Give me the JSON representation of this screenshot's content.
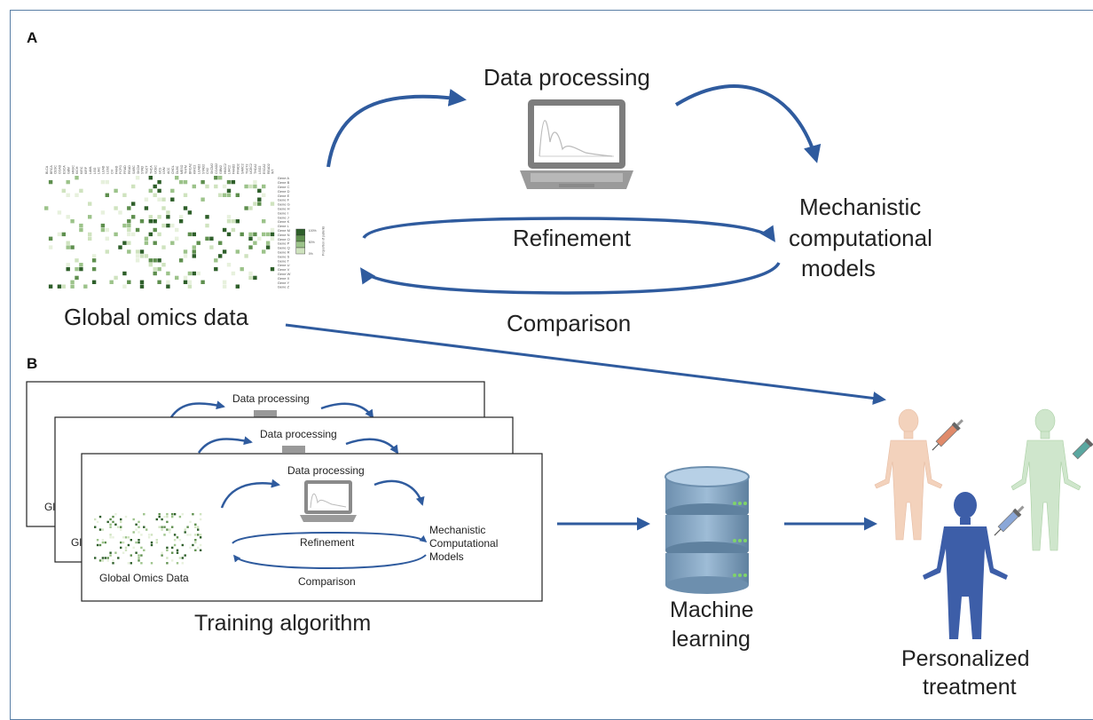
{
  "panel_a": {
    "label": "A",
    "data_processing": "Data processing",
    "refinement": "Refinement",
    "comparison": "Comparison",
    "models_line1": "Mechanistic",
    "models_line2": "computational",
    "models_line3": "models",
    "omics": "Global omics data",
    "heatmap": {
      "col_labels": [
        "BLCA",
        "BRCA",
        "CESC",
        "COAD",
        "ESCA",
        "GBM",
        "HNSC",
        "KICH",
        "KIRC",
        "KIRP",
        "LAML",
        "LGG",
        "LIHC",
        "LUAD",
        "LUSC",
        "OV",
        "PAAD",
        "PCPG",
        "PRAD",
        "READ",
        "SARC",
        "SKCM",
        "STAD",
        "TGCT",
        "THCA",
        "UCEC",
        "UCS",
        "UVM",
        "ACC",
        "CHOL",
        "DLBC",
        "MESO",
        "THYM",
        "BRCA2",
        "KIRC2",
        "LUAD2",
        "STAD2",
        "OV2",
        "SKCM2",
        "COAD2",
        "GBM2",
        "HNSC2",
        "LIHC2",
        "PAAD2",
        "PRAD2",
        "SARC2",
        "TGCT2",
        "UCEC2",
        "THCA2",
        "LGG2",
        "ESCA2",
        "READ2",
        "WT"
      ],
      "row_labels": [
        "Gene A",
        "Gene B",
        "Gene C",
        "Gene D",
        "Gene E",
        "Gene F",
        "Gene G",
        "Gene H",
        "Gene I",
        "Gene J",
        "Gene K",
        "Gene L",
        "Gene M",
        "Gene N",
        "Gene O",
        "Gene P",
        "Gene Q",
        "Gene R",
        "Gene S",
        "Gene T",
        "Gene U",
        "Gene V",
        "Gene W",
        "Gene X",
        "Gene Y",
        "Gene Z"
      ],
      "legend_ticks": [
        "100%",
        "50%",
        "0%"
      ],
      "legend_title": "Proportion of patients"
    }
  },
  "panel_b": {
    "label": "B",
    "card_back_processing": "Data processing",
    "card_mid_processing": "Data processing",
    "card_front": {
      "data_processing": "Data processing",
      "refinement": "Refinement",
      "comparison": "Comparison",
      "models_line1": "Mechanistic",
      "models_line2": "Computational",
      "models_line3": "Models",
      "omics": "Global Omics Data"
    },
    "back_omics_fragment": "Gl",
    "mid_omics_fragment": "Gl",
    "training": "Training algorithm",
    "ml_line1": "Machine",
    "ml_line2": "learning",
    "treatment_line1": "Personalized",
    "treatment_line2": "treatment"
  },
  "colors": {
    "arrow": "#2f5b9e",
    "frame": "#5a7fa6",
    "db_top": "#6f95b8",
    "db_body": "#8fb0cc",
    "human_front": "#3d5ea8",
    "human_left": "#f3d2bc",
    "human_right": "#cfe6cc"
  },
  "icons": [
    "laptop-icon",
    "database-icon",
    "human-figure-icon",
    "syringe-icon"
  ]
}
